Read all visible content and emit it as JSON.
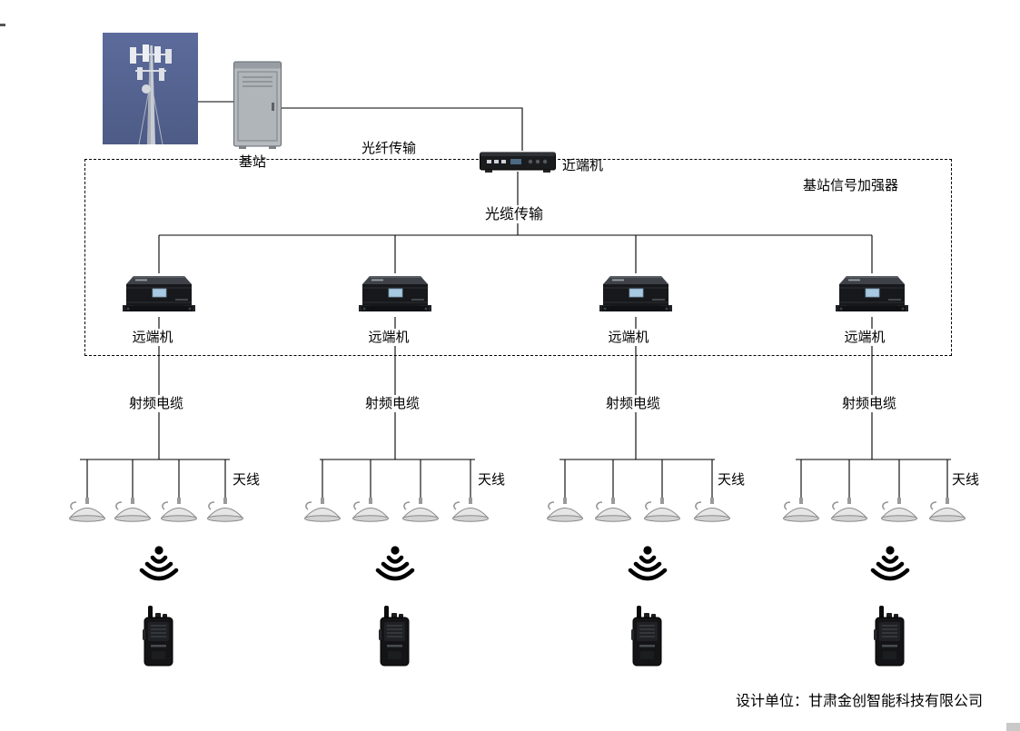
{
  "diagram": {
    "base_station_label": "基站",
    "fiber_link_label": "光纤传输",
    "near_end_unit_label": "近端机",
    "system_box_label": "基站信号加强器",
    "optical_cable_label": "光缆传输",
    "branches": [
      {
        "remote_unit_label": "远端机",
        "rf_cable_label": "射频电缆",
        "antennas_label": "天线"
      },
      {
        "remote_unit_label": "远端机",
        "rf_cable_label": "射频电缆",
        "antennas_label": "天线"
      },
      {
        "remote_unit_label": "远端机",
        "rf_cable_label": "射频电缆",
        "antennas_label": "天线"
      },
      {
        "remote_unit_label": "远端机",
        "rf_cable_label": "射频电缆",
        "antennas_label": "天线"
      }
    ],
    "footer_label": "设计单位：甘肃金创智能科技有限公司",
    "icons": {
      "tower": "base-station-tower-photo",
      "cabinet": "equipment-cabinet-icon",
      "near_end": "near-end-unit-icon",
      "remote": "remote-unit-icon",
      "dome": "ceiling-antenna-icon",
      "signal": "radio-signal-icon",
      "radio": "walkie-talkie-icon"
    },
    "colors": {
      "line": "#000000",
      "photo_sky": "#53618e",
      "device_black": "#17181b",
      "cabinet_gray": "#b6babf",
      "antenna_gray": "#e6e6e6",
      "sticker_blue": "#a7c9e2"
    }
  }
}
